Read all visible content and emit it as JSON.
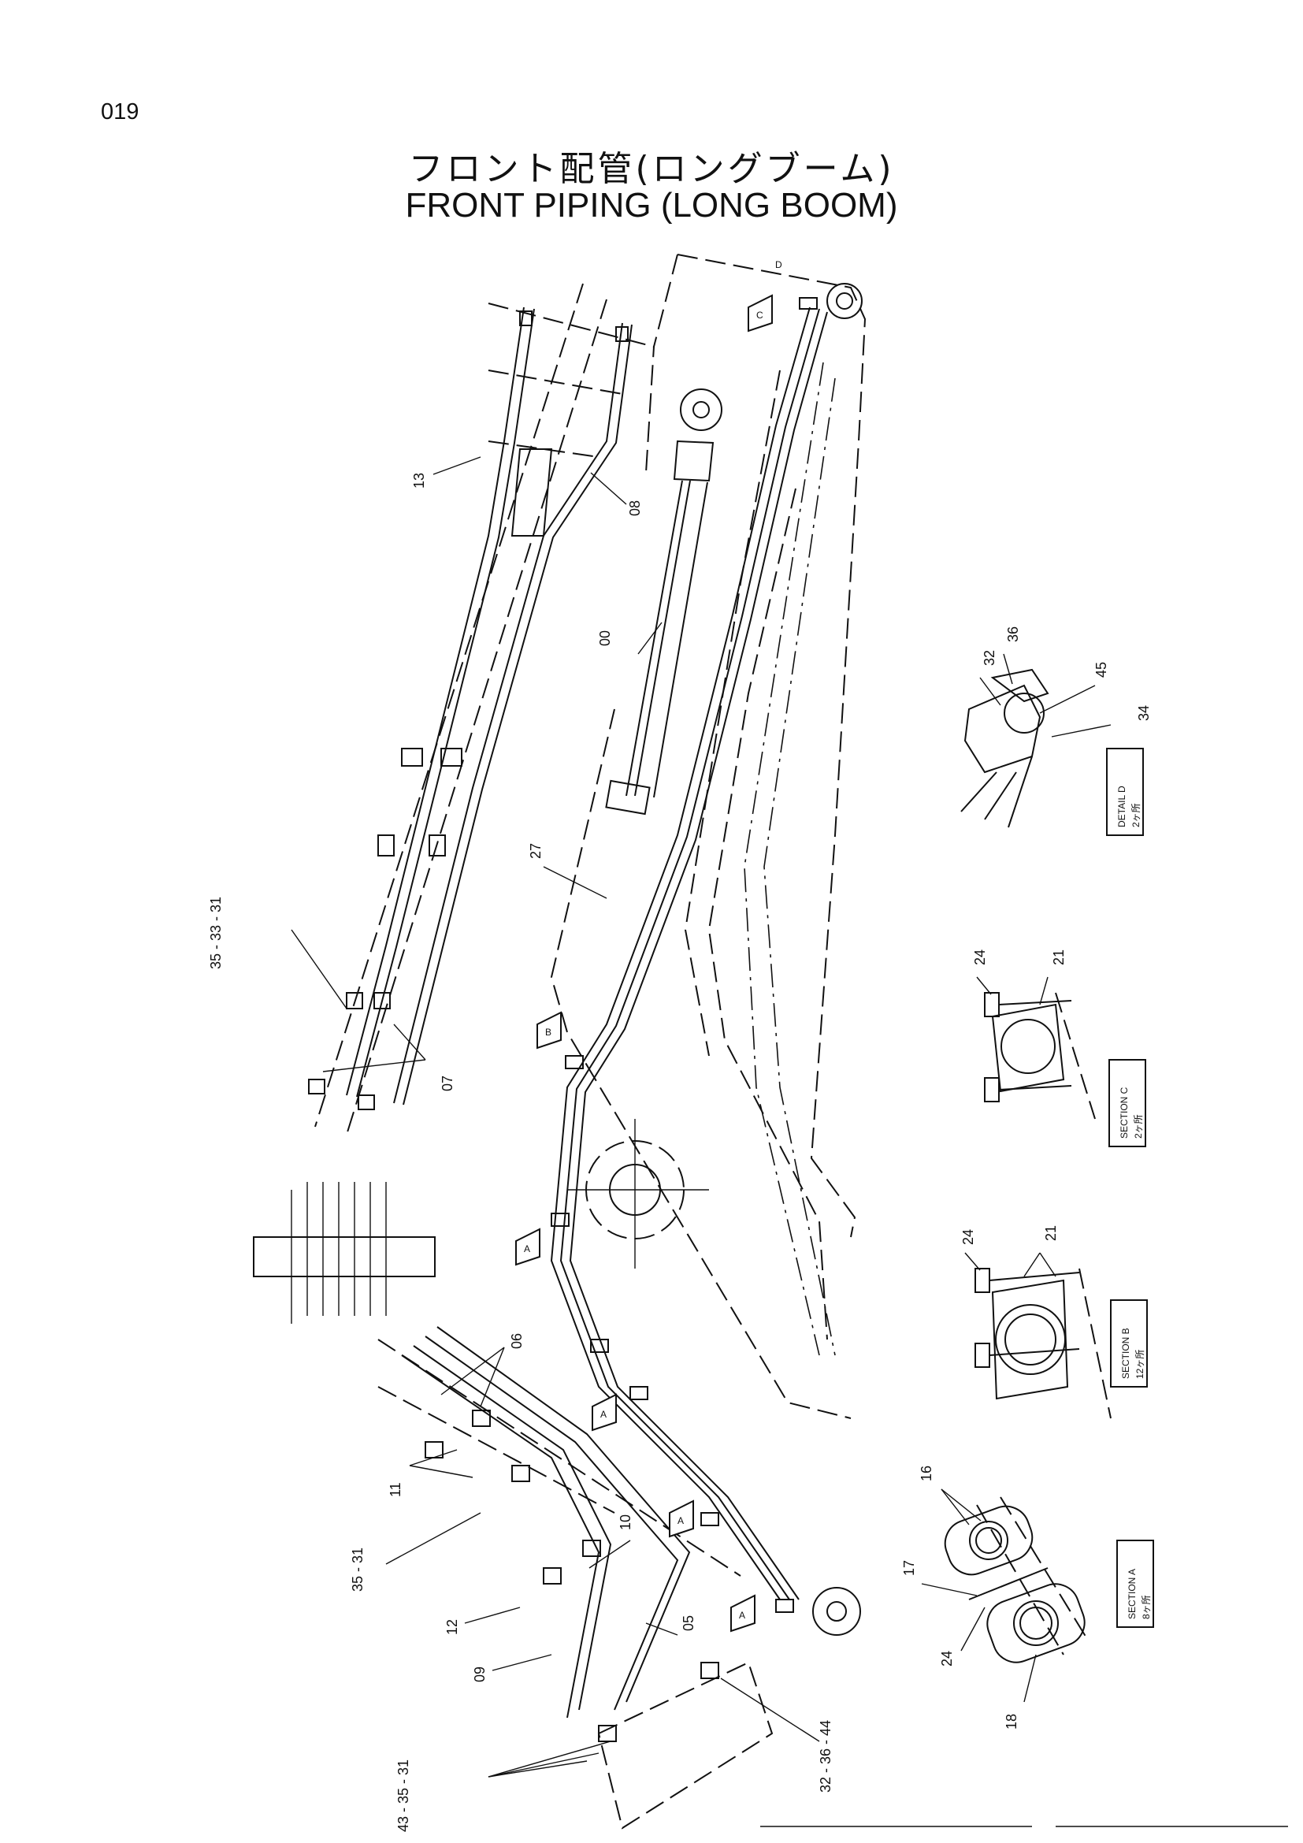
{
  "page_number": "019",
  "title_jp": "フロント配管(ロングブーム)",
  "title_en": "FRONT PIPING (LONG BOOM)",
  "views": {
    "detail_d": {
      "header": "DETAIL D",
      "note": "2ヶ所"
    },
    "section_c": {
      "header": "SECTION C",
      "note": "2ヶ所"
    },
    "section_b": {
      "header": "SECTION B",
      "note": "12ヶ所"
    },
    "section_a": {
      "header": "SECTION A",
      "note": "8ヶ所"
    }
  },
  "markers": {
    "a": "A",
    "b": "B",
    "c": "C",
    "d": "D"
  },
  "part_labels": {
    "p13": "13",
    "p08": "08",
    "p00": "00",
    "p27": "27",
    "p35_33_31": "35 - 33 - 31",
    "p07": "07",
    "p06": "06",
    "p11": "11",
    "p10": "10",
    "p35_31": "35 - 31",
    "p12": "12",
    "p05": "05",
    "p09": "09",
    "p32_36_44": "32 - 36 - 44",
    "p43_35_31": "43 - 35 - 31",
    "d32": "32",
    "d36": "36",
    "d45": "45",
    "d34": "34",
    "c24": "24",
    "c21": "21",
    "b24": "24",
    "b21": "21",
    "a16": "16",
    "a17": "17",
    "a24": "24",
    "a18": "18"
  }
}
